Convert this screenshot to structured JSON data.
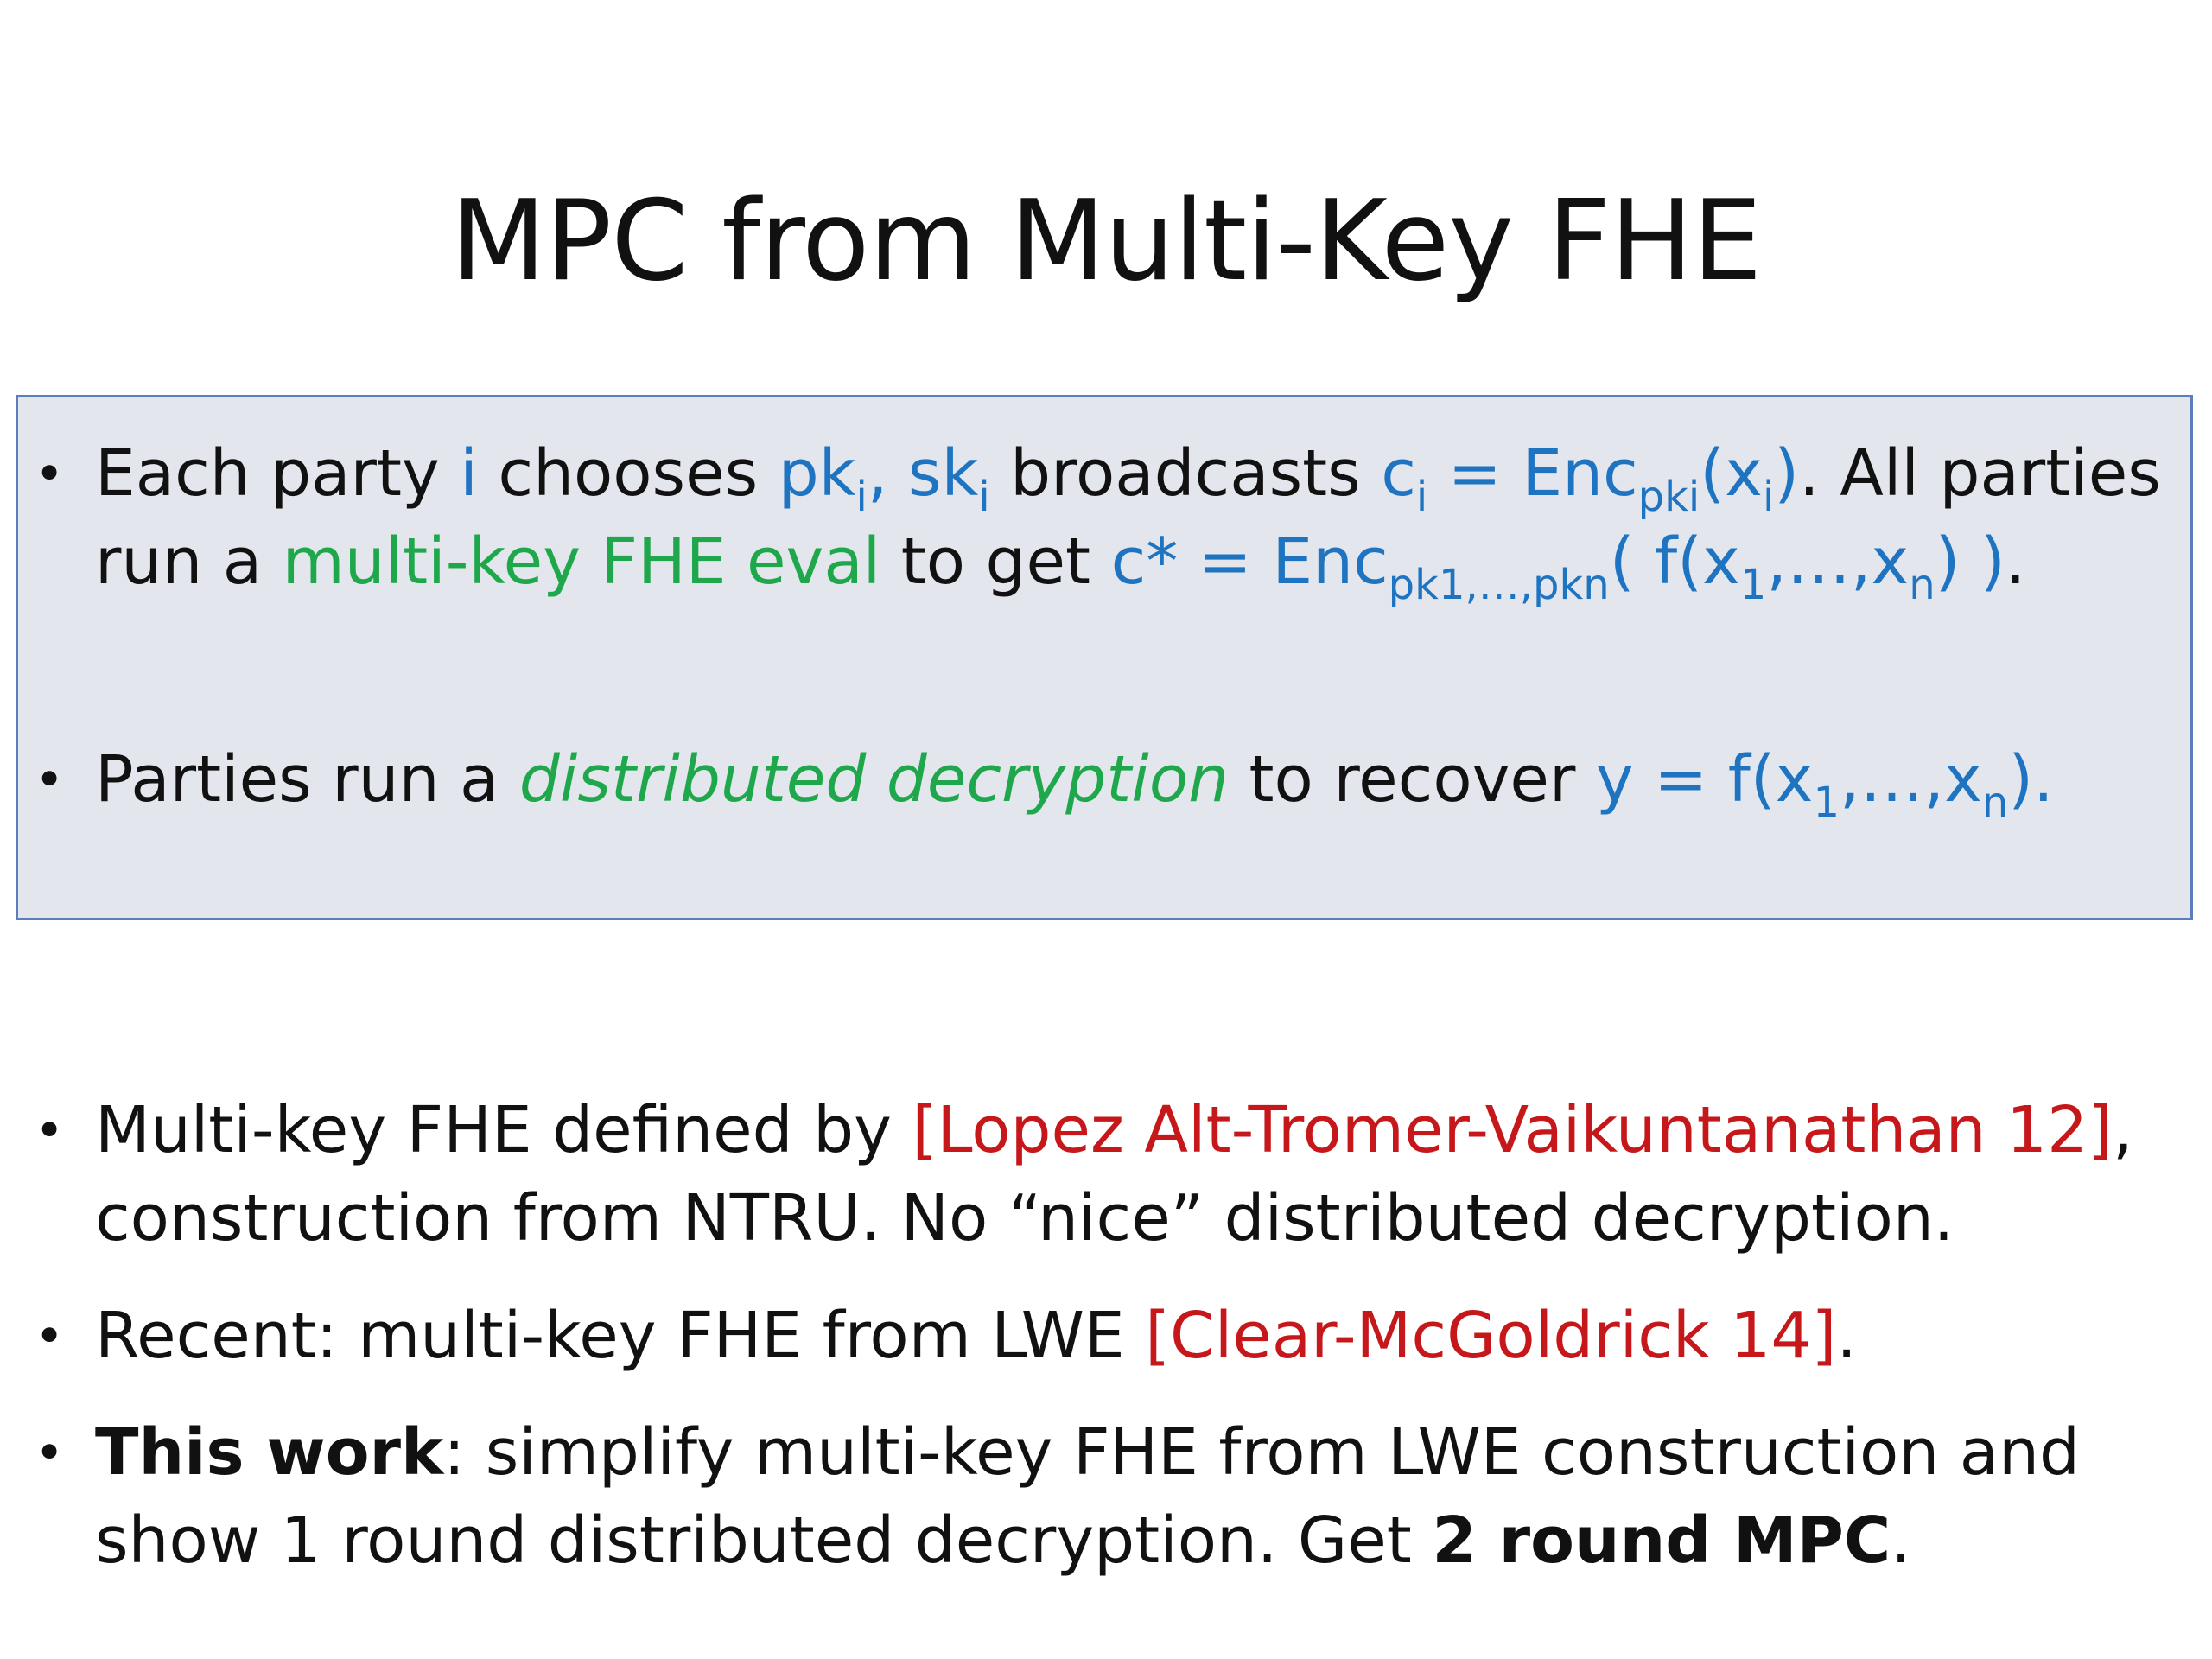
{
  "title": "MPC from Multi-Key FHE",
  "box_bullets": {
    "b1": {
      "l1": {
        "t1": "Each party ",
        "i": "i",
        "t2": " chooses ",
        "pk": "pk",
        "pk_sub": "i",
        "comma": ", sk",
        "sk_sub": "i",
        "t3": " broadcasts ",
        "c": "c",
        "c_sub": "i",
        "eq": " = Enc",
        "enc_sub": "pki",
        "arg": "(x",
        "arg_sub": "i",
        "close": ")",
        "t4": ".  All parties"
      },
      "l2": {
        "t1": "run a ",
        "green": "multi-key FHE eval",
        "t2": " to get ",
        "c": "c* = Enc",
        "enc_sub": "pk1,…,pkn",
        "f1": "( f(x",
        "x1_sub": "1",
        "f2": ",…,x",
        "xn_sub": "n",
        "f3": ") )",
        "dot": "."
      }
    },
    "b2": {
      "t1": "Parties run a ",
      "green": "distributed decryption",
      "t2": " to recover ",
      "y": "y =  f(x",
      "x1_sub": "1",
      "f2": ",…,x",
      "xn_sub": "n",
      "f3": ").",
      "end": ""
    }
  },
  "bullets": {
    "b3": {
      "l1": {
        "t1": "Multi-key FHE defined by ",
        "red": "[Lopez Alt-Tromer-Vaikuntanathan 12]",
        "t2": ","
      },
      "l2": "construction from NTRU. No “nice” distributed decryption."
    },
    "b4": {
      "t1": "Recent: multi-key FHE from LWE ",
      "red": "[Clear-McGoldrick 14]",
      "t2": "."
    },
    "b5": {
      "l1": {
        "bold": "This work",
        "t1": ": simplify multi-key FHE from LWE construction and"
      },
      "l2": {
        "t1": "show 1 round distributed decryption. Get ",
        "bold": "2 round MPC",
        "t2": "."
      }
    }
  },
  "bullet_symbol": "•",
  "colors": {
    "blue": "#1f74c2",
    "green": "#1ea84b",
    "red": "#c6181b",
    "box_fill": "#e3e6ec",
    "box_border": "#5b7fbd"
  }
}
